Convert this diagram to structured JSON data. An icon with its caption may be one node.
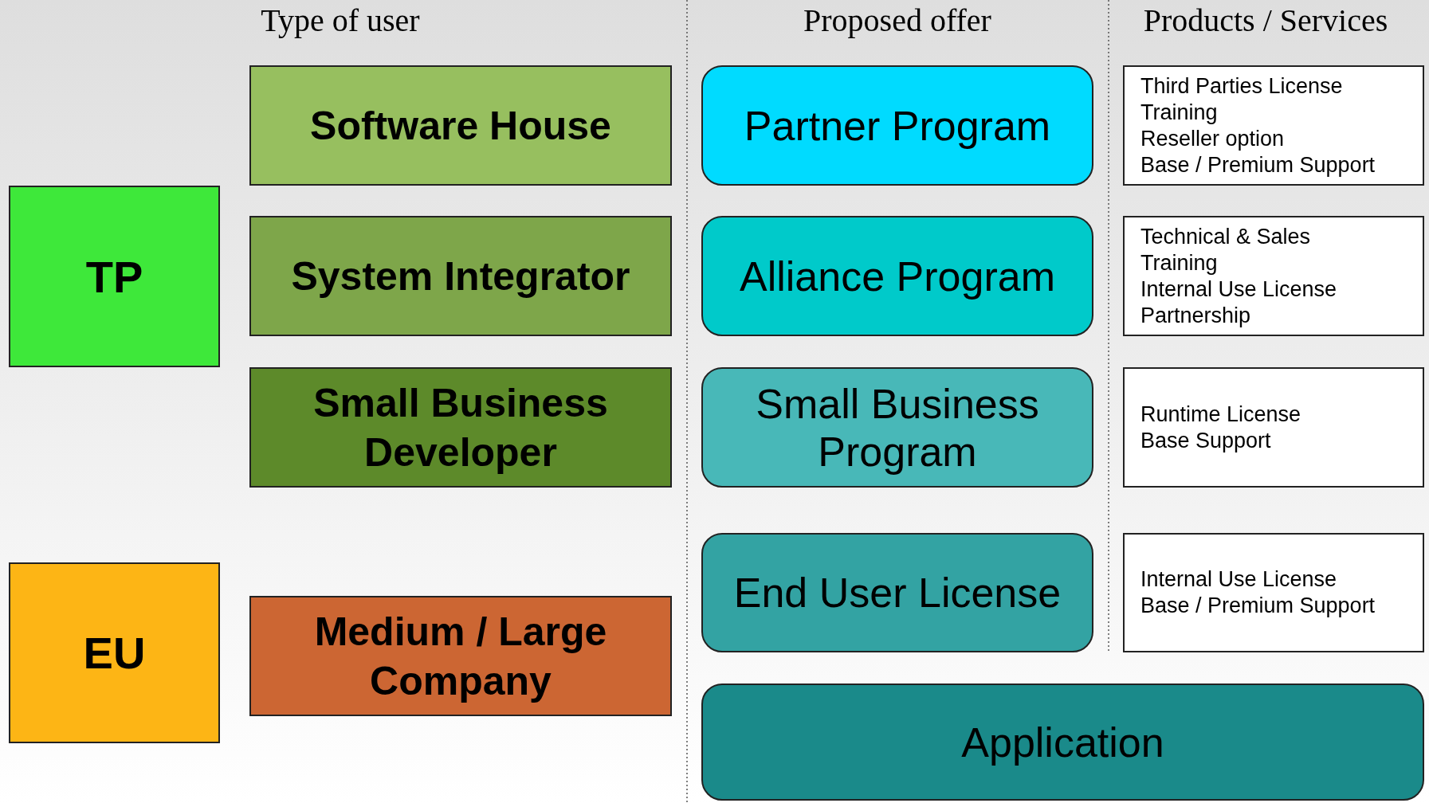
{
  "diagram": {
    "nodes": [
      {
        "text": [
          "TP"
        ]
      },
      {
        "text": [
          "EU"
        ]
      },
      {
        "text": [
          "Software House"
        ]
      },
      {
        "text": [
          "System Integrator"
        ]
      },
      {
        "text": [
          "Small Business Developer"
        ]
      },
      {
        "text": [
          "Medium / Large Company"
        ]
      },
      {
        "text": [
          "Partner Program"
        ]
      },
      {
        "text": [
          "Alliance Program"
        ]
      },
      {
        "text": [
          "Small Business Program"
        ]
      },
      {
        "text": [
          "End User License"
        ]
      },
      {
        "text": [
          "Application"
        ]
      },
      {
        "text": [
          "Third Parties License",
          "Training",
          "Reseller option",
          "Base / Premium Support"
        ]
      },
      {
        "text": [
          "Technical & Sales",
          "Training",
          "Internal Use License",
          "Partnership"
        ]
      },
      {
        "text": [
          "Runtime License",
          "Base Support"
        ]
      },
      {
        "text": [
          "Internal Use License",
          "Base / Premium Support"
        ]
      }
    ],
    "edges": [],
    "labels": [
      "Type of user",
      "Proposed offer",
      "Products / Services"
    ]
  }
}
